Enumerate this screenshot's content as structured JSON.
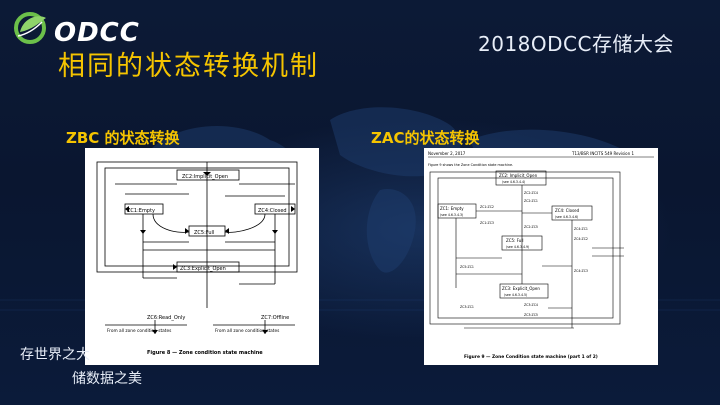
{
  "header": {
    "logo_text": "ODCC",
    "conference": "2018ODCC存储大会",
    "title": "相同的状态转换机制"
  },
  "sections": {
    "zbc_label": "ZBC 的状态转换",
    "zac_label": "ZAC的状态转换"
  },
  "zbc": {
    "states": [
      "ZC2:Implicit_Open",
      "ZC1:Empty",
      "ZC4:Closed",
      "ZC5:Full",
      "ZC3:Explicit_Open",
      "ZC6:Read_Only",
      "ZC7:Offline"
    ],
    "notes": [
      "From all zone condition states",
      "From all zone condition states"
    ],
    "caption": "Figure 8 — Zone condition state machine"
  },
  "zac": {
    "header_left": "November 2, 2017",
    "header_right": "T13/BSR INCITS 549 Revision 1",
    "intro": "Figure 9 shows the Zone Condition state machine.",
    "states": [
      {
        "name": "ZC2: Implicit_Open",
        "ref": "(see 4.6.3.4.4)"
      },
      {
        "name": "ZC1: Empty",
        "ref": "(see 4.6.3.4.3)"
      },
      {
        "name": "ZC4: Closed",
        "ref": "(see 4.6.3.4.6)"
      },
      {
        "name": "ZC5: Full",
        "ref": "(see 4.6.3.4.9)"
      },
      {
        "name": "ZC3: Explicit_Open",
        "ref": "(see 4.6.3.4.5)"
      }
    ],
    "transitions": [
      "ZC2:ZC4",
      "ZC2:ZC1",
      "ZC2:ZC5",
      "ZC1:ZC2",
      "ZC1:ZC3",
      "ZC4:ZC1",
      "ZC4:ZC2",
      "ZC4:ZC3",
      "ZC5:ZC1",
      "ZC3:ZC4",
      "ZC3:ZC1",
      "ZC3:ZC5"
    ],
    "caption": "Figure 9 — Zone Condition state machine (part 1 of 2)"
  },
  "footer": {
    "slogan_line1": "存世界之大",
    "slogan_line2": "储数据之美"
  },
  "colors": {
    "accent": "#f5c400",
    "background": "#0a1730",
    "logo_green": "#6cc04a"
  }
}
